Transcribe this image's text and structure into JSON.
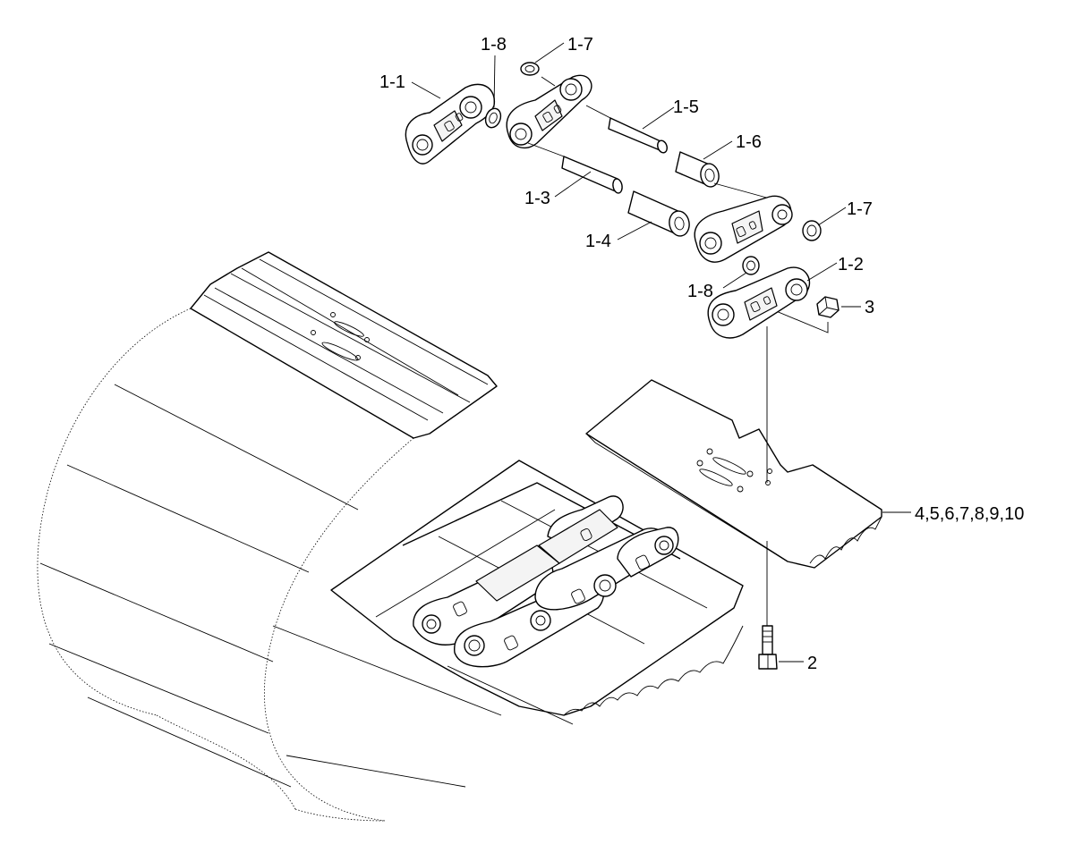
{
  "callouts": {
    "c1_1": "1-1",
    "c1_2": "1-2",
    "c1_3": "1-3",
    "c1_4": "1-4",
    "c1_5": "1-5",
    "c1_6": "1-6",
    "c1_7a": "1-7",
    "c1_7b": "1-7",
    "c1_8a": "1-8",
    "c1_8b": "1-8",
    "c2": "2",
    "c3": "3",
    "c4_10": "4,5,6,7,8,9,10"
  }
}
